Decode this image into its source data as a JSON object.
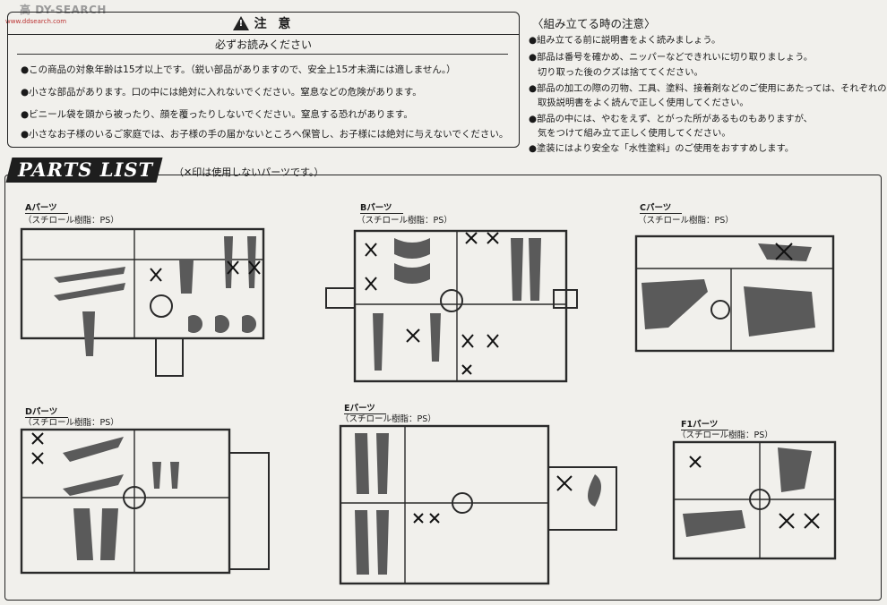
{
  "watermark": {
    "brand": "DY-SEARCH",
    "prefix": "高",
    "site": "www.ddsearch.com"
  },
  "caution": {
    "title": "注 意",
    "subtitle": "必ずお読みください",
    "items": [
      "●この商品の対象年齢は15才以上です。（鋭い部品がありますので、安全上15才未満には適しません。）",
      "●小さな部品があります。口の中には絶対に入れないでください。窒息などの危険があります。",
      "●ビニール袋を頭から被ったり、顔を覆ったりしないでください。窒息する恐れがあります。",
      "●小さなお子様のいるご家庭では、お子様の手の届かないところへ保管し、お子様には絶対に与えないでください。"
    ]
  },
  "assembly_notes": {
    "title": "〈組み立てる時の注意〉",
    "items": [
      "●組み立てる前に説明書をよく読みましょう。",
      "●部品は番号を確かめ、ニッパーなどできれいに切り取りましょう。",
      "切り取った後のクズは捨ててください。",
      "●部品の加工の際の刃物、工具、塗料、接着剤などのご使用にあたっては、それぞれの",
      "取扱説明書をよく読んで正しく使用してください。",
      "●部品の中には、やむをえず、とがった所があるものもありますが、",
      "気をつけて組み立て正しく使用してください。",
      "●塗装にはより安全な「水性塗料」のご使用をおすすめします。"
    ]
  },
  "parts_list": {
    "title": "PARTS LIST",
    "note": "（✕印は使用しないパーツです。）",
    "runners": [
      {
        "name": "Aパーツ",
        "material": "（スチロール樹脂：PS）"
      },
      {
        "name": "Bパーツ",
        "material": "（スチロール樹脂：PS）"
      },
      {
        "name": "Cパーツ",
        "material": "（スチロール樹脂：PS）"
      },
      {
        "name": "Dパーツ",
        "material": "（スチロール樹脂：PS）"
      },
      {
        "name": "Eパーツ",
        "material": "（スチロール樹脂：PS）"
      },
      {
        "name": "F1パーツ",
        "material": "（スチロール樹脂：PS）"
      }
    ]
  },
  "colors": {
    "ink": "#1a1a1a",
    "paper": "#f1f0ec",
    "part": "#5a5a5a"
  }
}
